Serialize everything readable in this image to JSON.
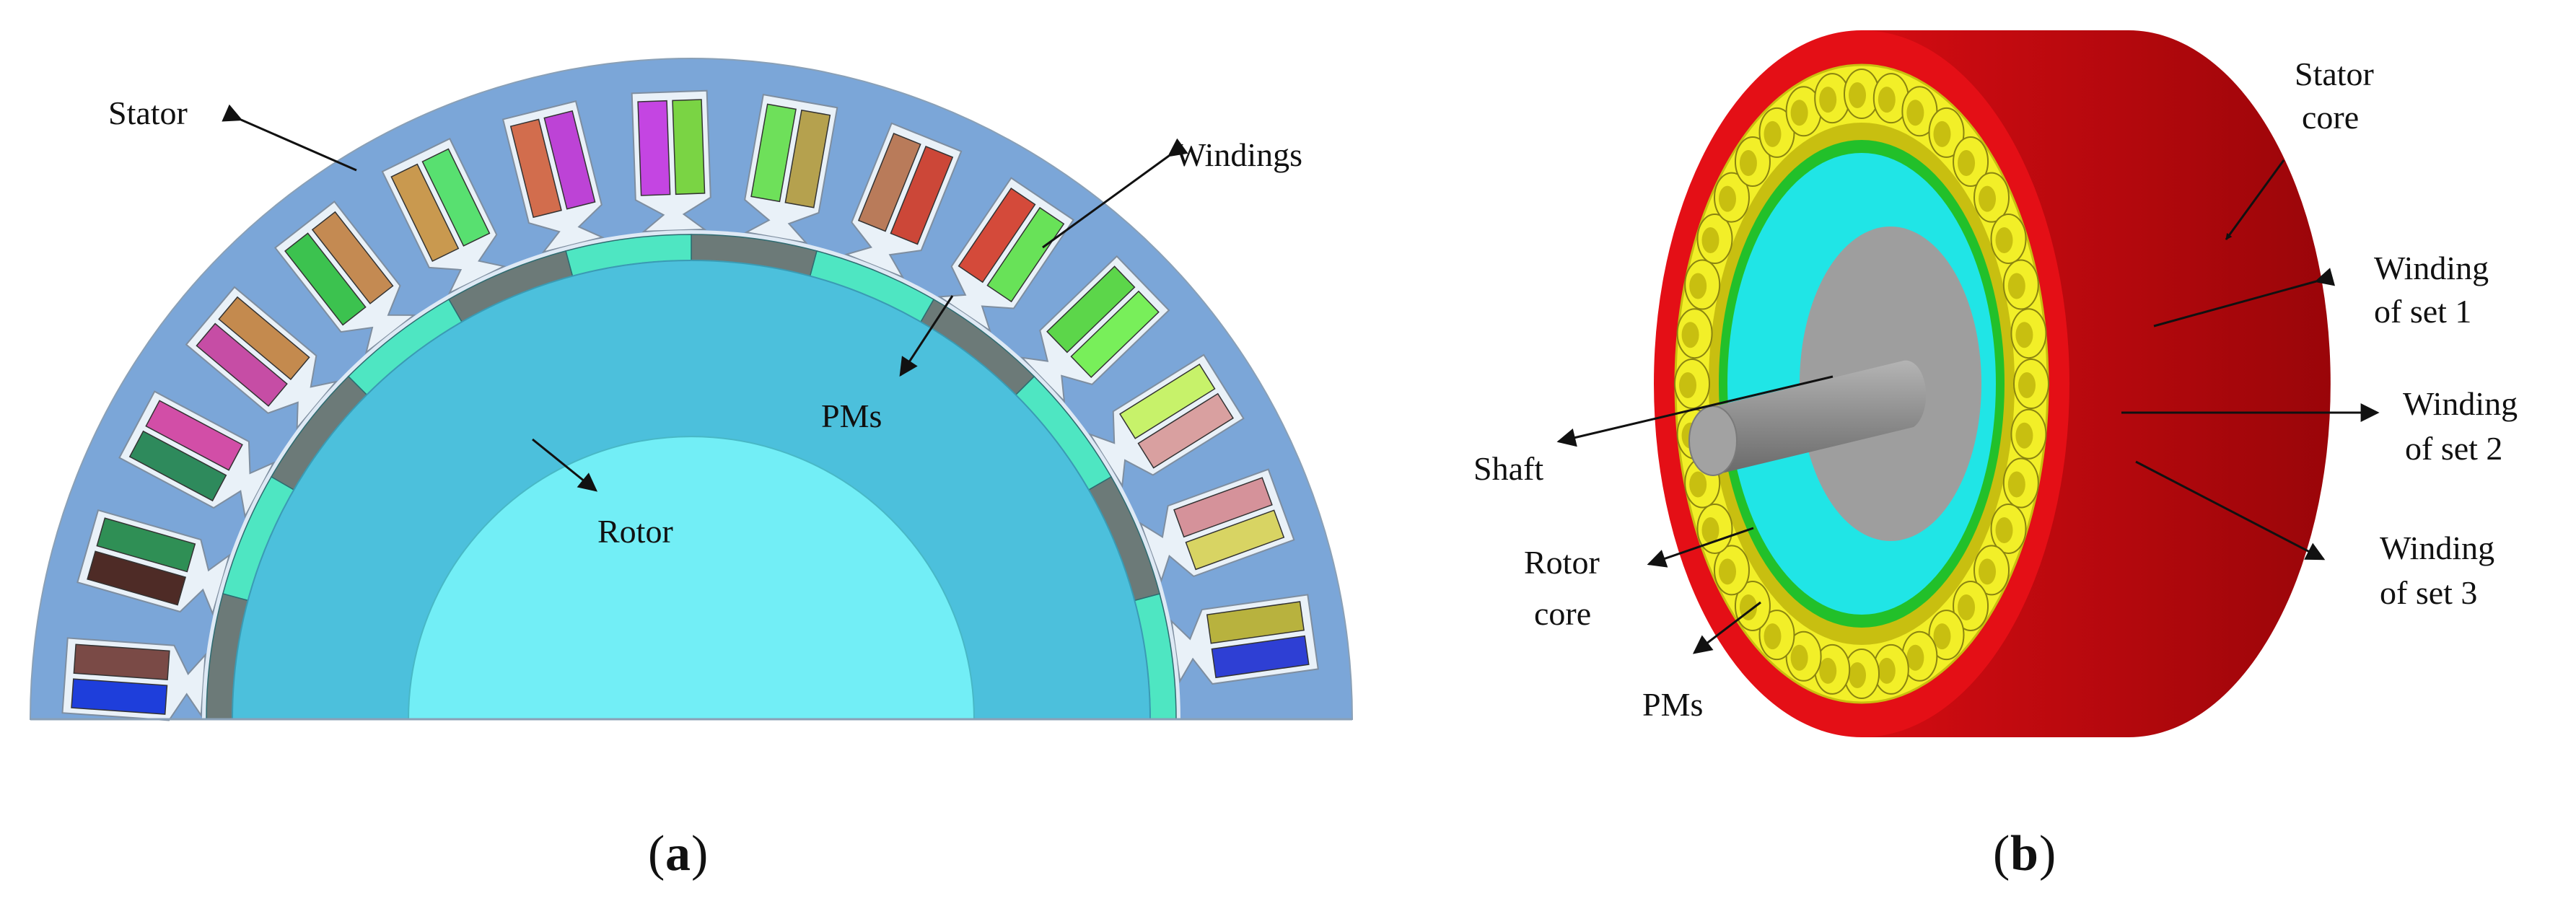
{
  "figure_a": {
    "caption_letter": "a",
    "labels": {
      "stator": "Stator",
      "windings": "Windings",
      "pms": "PMs",
      "rotor": "Rotor"
    },
    "colors": {
      "stator": "#7ba6d8",
      "rotor": "#4cc0dc",
      "rotor_inner": "#72eef6",
      "pm_ring": "#4ee6c2",
      "pm_dark": "#6c7a78",
      "slot": "#e9f1f8"
    },
    "winding_pairs": [
      [
        "#1e3edb",
        "#7a4a46"
      ],
      [
        "#4e2b26",
        "#2f8f55"
      ],
      [
        "#2e8a5c",
        "#d24ea7"
      ],
      [
        "#c64da5",
        "#c48a4e"
      ],
      [
        "#3cc24f",
        "#c48a52"
      ],
      [
        "#c9994f",
        "#58e070"
      ],
      [
        "#d26d4d",
        "#bd43d6"
      ],
      [
        "#c445e2",
        "#7ad444"
      ],
      [
        "#6ee05a",
        "#b5a14e"
      ],
      [
        "#b97b5a",
        "#cc4738"
      ],
      [
        "#d44a3a",
        "#68e258"
      ],
      [
        "#5cd64a",
        "#78ef5a"
      ],
      [
        "#c7f26a",
        "#d9a0a0"
      ],
      [
        "#d5929a",
        "#d8d463"
      ],
      [
        "#b8b23e",
        "#2e3fd4"
      ]
    ]
  },
  "figure_b": {
    "caption_letter": "b",
    "labels": {
      "stator_core": [
        "Stator",
        "core"
      ],
      "winding_1": [
        "Winding",
        "of set 1"
      ],
      "winding_2": [
        "Winding",
        "of set 2"
      ],
      "winding_3": [
        "Winding",
        "of set 3"
      ],
      "shaft": "Shaft",
      "rotor_core": [
        "Rotor",
        "core"
      ],
      "pms": "PMs"
    },
    "colors": {
      "stator": "#e40f16",
      "stator_dark": "#a4070b",
      "winding": "#f2ef28",
      "winding_shade": "#c8bf10",
      "rotor_core": "#20e5e6",
      "pm": "#22c02a",
      "shaft": "#9b9b9b",
      "shaft_dark": "#6a6a6a",
      "hub": "#9e9e9e"
    }
  }
}
